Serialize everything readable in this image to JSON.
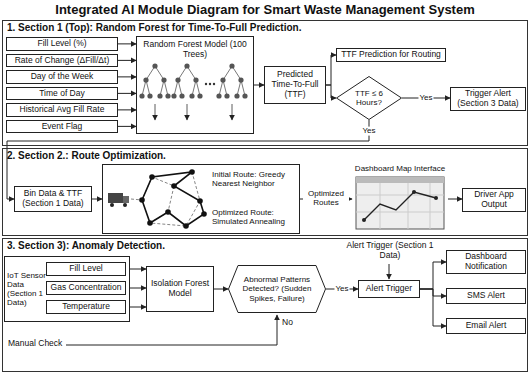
{
  "diagram": {
    "title": "Integrated AI Module Diagram for Smart Waste Management System",
    "nodes": [
      {
        "text": [
          "1. Section 1 (Top): Random Forest for Time-To-Full Prediction."
        ]
      },
      {
        "text": [
          "Fill Level (%)"
        ],
        "in": 0
      },
      {
        "text": [
          "Rate of Change (ΔFill/Δt)"
        ],
        "in": 0
      },
      {
        "text": [
          "Day of the Week"
        ],
        "in": 0
      },
      {
        "text": [
          "Time of Day"
        ],
        "in": 0
      },
      {
        "text": [
          "Historical Avg Fill Rate"
        ],
        "in": 0
      },
      {
        "text": [
          "Event Flag"
        ],
        "in": 0
      },
      {
        "text": [
          "Random Forest Model (100 Trees)"
        ],
        "in": 0
      },
      {
        "text": [
          "Predicted Time-To-Full (TTF)"
        ],
        "in": 0
      },
      {
        "text": [
          "TTF Prediction for Routing"
        ],
        "in": 0
      },
      {
        "text": [
          "TTF ≤ 6 Hours?"
        ],
        "in": 0
      },
      {
        "text": [
          "Trigger Alert (Section 3 Data)"
        ],
        "in": 0
      },
      {
        "text": [
          "2. Section 2.: Route Optimization."
        ]
      },
      {
        "text": [
          "Bin Data & TTF (Section 1 Data)"
        ],
        "in": 12
      },
      {
        "text": [
          "Initial Route: Greedy Nearest Neighbor",
          "Optimized Route: Simulated Annealing"
        ],
        "in": 12
      },
      {
        "text": [
          "Dashboard Map Interface"
        ],
        "in": 12
      },
      {
        "text": [
          "Driver App Output"
        ],
        "in": 12
      },
      {
        "text": [
          "3. Section 3): Anomaly Detection."
        ]
      },
      {
        "text": [
          "IoT Sensor Data (Section 1 Data)"
        ],
        "in": 17
      },
      {
        "text": [
          "Fill Level"
        ],
        "in": 18
      },
      {
        "text": [
          "Gas Concentration"
        ],
        "in": 18
      },
      {
        "text": [
          "Temperature"
        ],
        "in": 18
      },
      {
        "text": [
          "Isolation Forest Model"
        ],
        "in": 17
      },
      {
        "text": [
          "Abnormal Patterns Detected? (Sudden Spikes, Failure)"
        ],
        "in": 17
      },
      {
        "text": [
          "Alert Trigger"
        ],
        "in": 17
      },
      {
        "text": [
          "Dashboard Notification"
        ],
        "in": 17
      },
      {
        "text": [
          "SMS Alert"
        ],
        "in": 17
      },
      {
        "text": [
          "Email Alert"
        ],
        "in": 17
      }
    ],
    "edges": [
      {
        "from": 1,
        "to": 7,
        "arrow": "to"
      },
      {
        "from": 2,
        "to": 7,
        "arrow": "to"
      },
      {
        "from": 3,
        "to": 7,
        "arrow": "to"
      },
      {
        "from": 4,
        "to": 7,
        "arrow": "to"
      },
      {
        "from": 5,
        "to": 7,
        "arrow": "to"
      },
      {
        "from": 6,
        "to": 7,
        "arrow": "to"
      },
      {
        "from": 7,
        "to": 8,
        "arrow": "to"
      },
      {
        "from": 8,
        "to": 9,
        "arrow": "to"
      },
      {
        "from": 8,
        "to": 10,
        "arrow": "to"
      },
      {
        "from": 10,
        "to": 11,
        "label": "Yes",
        "arrow": "to"
      },
      {
        "from": 10,
        "to": 13,
        "label": "Yes",
        "arrow": "to"
      },
      {
        "from": 13,
        "to": 14,
        "arrow": "to"
      },
      {
        "from": 14,
        "to": 15,
        "label": "Optimized Routes",
        "arrow": "to"
      },
      {
        "from": 15,
        "to": 16,
        "arrow": "to"
      },
      {
        "from": 19,
        "to": 22,
        "arrow": "to"
      },
      {
        "from": 20,
        "to": 22,
        "arrow": "to"
      },
      {
        "from": 21,
        "to": 22,
        "arrow": "to"
      },
      {
        "from": 22,
        "to": 23,
        "arrow": "to"
      },
      {
        "from": 23,
        "to": 24,
        "label": "Yes",
        "arrow": "to"
      },
      {
        "from": 24,
        "to": 25,
        "arrow": "to"
      },
      {
        "from": 24,
        "to": 26,
        "arrow": "to"
      },
      {
        "from": 24,
        "to": 27,
        "arrow": "to"
      }
    ],
    "labels": [
      "Manual Check",
      "No",
      "Alert Trigger (Section 1 Data)"
    ]
  }
}
